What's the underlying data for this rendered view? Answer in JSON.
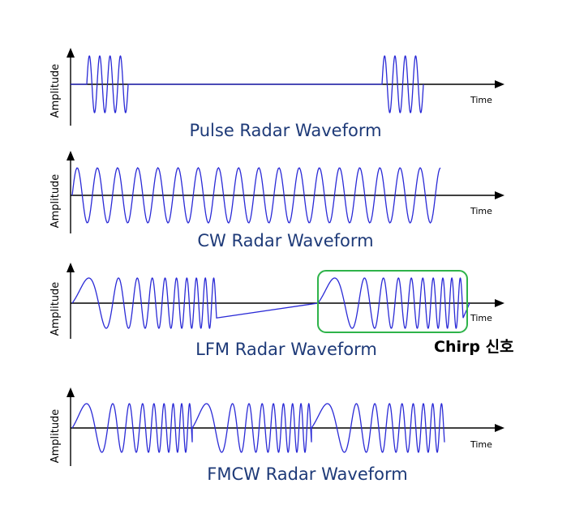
{
  "panels": [
    {
      "key": "pulse",
      "ylabel": "Amplitude",
      "xlabel": "Time",
      "title": "Pulse Radar Waveform"
    },
    {
      "key": "cw",
      "ylabel": "Amplitude",
      "xlabel": "Time",
      "title": "CW Radar Waveform"
    },
    {
      "key": "lfm",
      "ylabel": "Amplitude",
      "xlabel": "Time",
      "title": "LFM Radar Waveform"
    },
    {
      "key": "fmcw",
      "ylabel": "Amplitude",
      "xlabel": "Time",
      "title": "FMCW Radar Waveform"
    }
  ],
  "annotation": {
    "label": "Chirp 신호"
  },
  "colors": {
    "wave": "#2a2ad6",
    "title": "#1e3a78",
    "highlight": "#2eb34a"
  }
}
